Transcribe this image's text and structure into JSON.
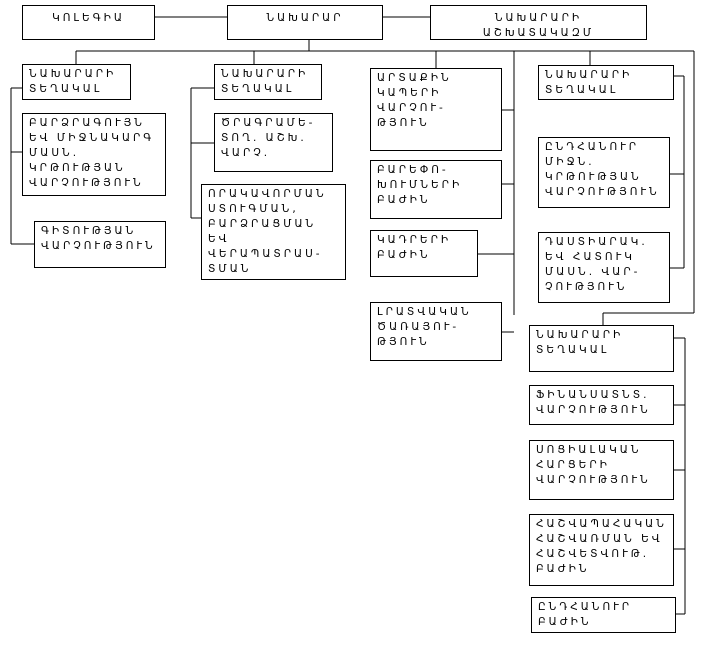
{
  "boxes": {
    "collegium": "ԿՈԼԵԳԻԱ",
    "minister": "ՆԱԽԱՐԱՐ",
    "staff": "ՆԱԽԱՐԱՐԻ ԱՇԽԱՏԱԿԱԶՄ",
    "dep1": "ՆԱԽԱՐԱՐԻ\nՏԵՂԱԿԱԼ",
    "c1_higher_ed": "ԲԱՐՁՐԱԳՈՒՅՆ\nԵՎ ՄԻՋՆԱԿԱՐԳ\nՄԱՍՆ.\nԿՐԹՈՒԹՅԱՆ\nՎԱՐՉՈՒԹՅՈՒՆ",
    "c1_science": "ԳԻՏՈՒԹՅԱՆ\nՎԱՐՉՈՒԹՅՈՒՆ",
    "dep2": "ՆԱԽԱՐԱՐԻ\nՏԵՂԱԿԱԼ",
    "c2_program": "ԾՐԱԳՐԱՄԵ-\nՏՈՂ. ԱՇԽ.\nՎԱՐՉ.",
    "c2_quality": "ՈՐԱԿԱՎՈՐՄԱՆ\nՍՏՈՒԳՄԱՆ,\nԲԱՐՁՐԱՑՄԱՆ\nԵՎ ՎԵՐԱՊԱՏՐԱՍ-\nՏՄԱՆ\nՎԱՐՉՈՒԹՅՈՒՆ",
    "c3_foreign": "ԱՐՏԱՔԻՆ\nԿԱՊԵՐԻ\nՎԱՐՉՈՒ-\nԹՅՈՒՆ",
    "c3_reforms": "ԲԱՐԵՓՈ-\nԽՈՒՄՆԵՐԻ\nԲԱԺԻՆ",
    "c3_cadre": "ԿԱԴՐԵՐԻ\nԲԱԺԻՆ",
    "c3_info": "ԼՐԱՏՎԱԿԱՆ\nԾԱՌԱՅՈՒ-\nԹՅՈՒՆ",
    "dep3": "ՆԱԽԱՐԱՐԻ\nՏԵՂԱԿԱԼ",
    "c4_general_ed": "ԸՆԴՀԱՆՈՒՐ\nՄԻՋՆ.\nԿՐԹՈՒԹՅԱՆ\nՎԱՐՉՈՒԹՅՈՒՆ",
    "c4_upbringing": "ԴԱՍՏԻԱՐԱԿ.\nԵՎ ՀԱՏՈՒԿ\nՄԱՍՆ. ՎԱՐ-\nՉՈՒԹՅՈՒՆ",
    "dep4": "ՆԱԽԱՐԱՐԻ\nՏԵՂԱԿԱԼ",
    "c5_finance": "ՖԻՆԱՆՍԱՏՆՏ.\nՎԱՐՉՈՒԹՅՈՒՆ",
    "c5_social": "ՍՈՑԻԱԼԱԿԱՆ\nՀԱՐՑԵՐԻ\nՎԱՐՉՈՒԹՅՈՒՆ",
    "c5_accounting": "ՀԱՇՎԱՊԱՀԱԿԱՆ\nՀԱՇՎԱՌՄԱՆ ԵՎ\nՀԱՇՎԵՏՎՈՒԹ.\nԲԱԺԻՆ",
    "c5_general": "ԸՆԴՀԱՆՈՒՐ\nԲԱԺԻՆ"
  }
}
